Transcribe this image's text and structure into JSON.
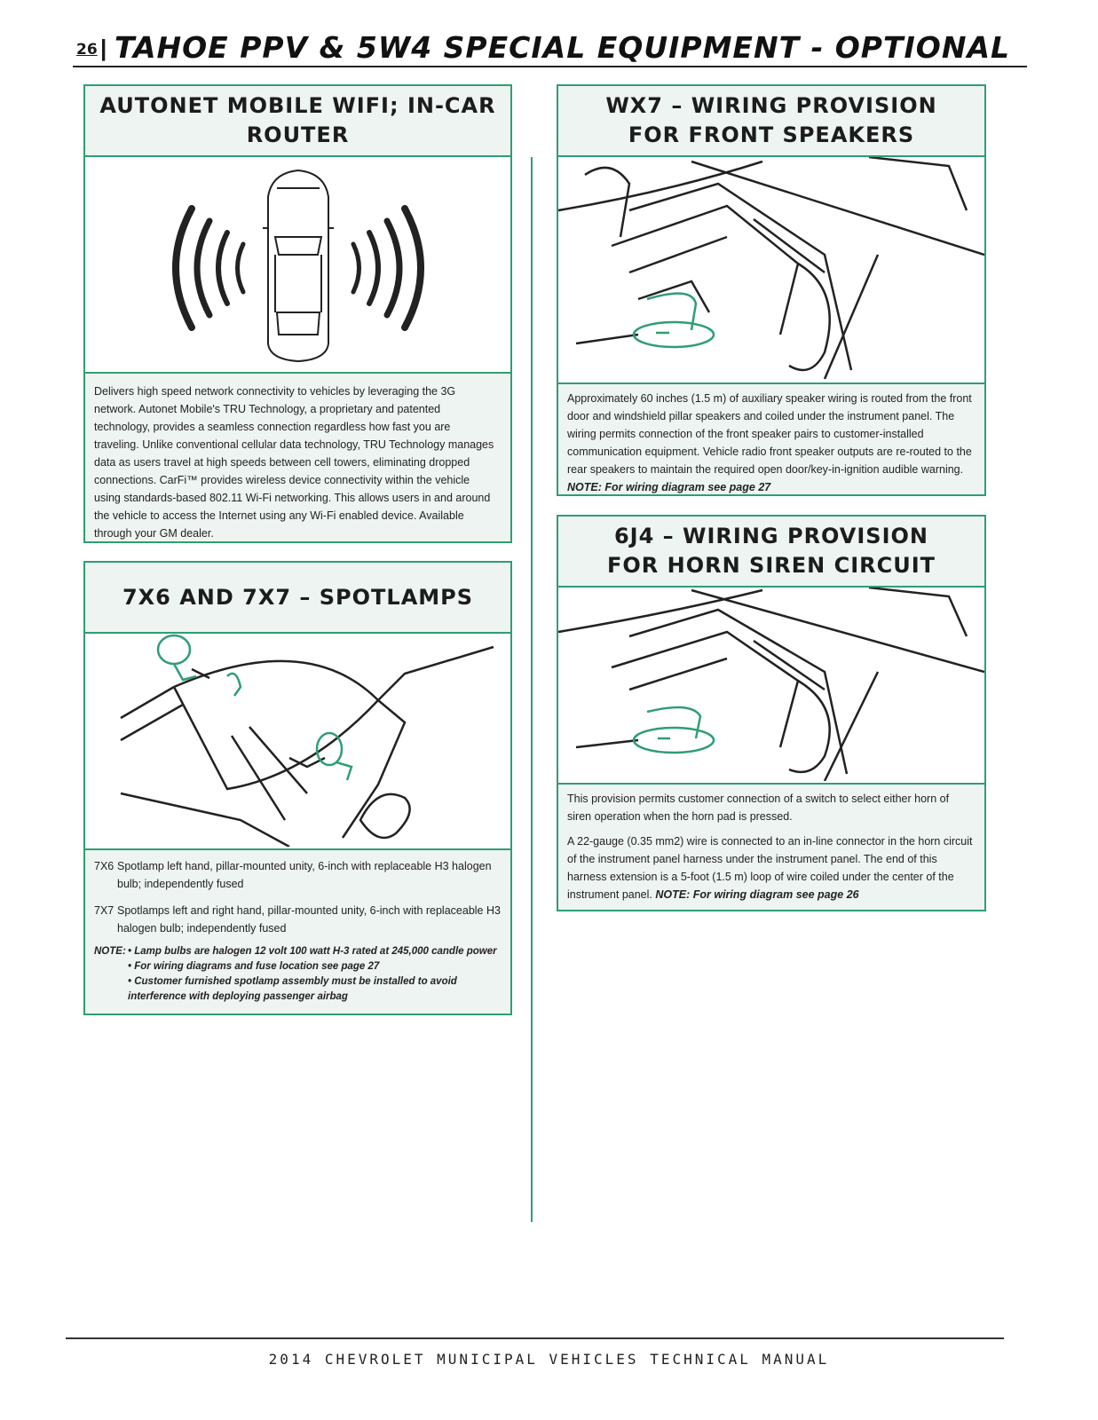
{
  "header": {
    "page_number": "26",
    "separator": "|",
    "title": "TAHOE PPV & 5W4 SPECIAL EQUIPMENT - OPTIONAL"
  },
  "autonet": {
    "title": "AUTONET MOBILE WIFI; IN-CAR ROUTER",
    "description": "Delivers high speed network connectivity to vehicles by leveraging the 3G network. Autonet Mobile's TRU Technology, a proprietary and patented technology, provides a seamless connection regardless how fast you are traveling. Unlike conventional cellular data technology, TRU Technology manages data as users travel at high speeds between cell towers, eliminating dropped connections. CarFi™ provides wireless device connectivity within the vehicle using standards-based 802.11 Wi-Fi networking. This allows users in and around the vehicle to access the Internet using any Wi-Fi enabled device. Available through your GM dealer."
  },
  "spotlamps": {
    "title": "7X6 AND 7X7 – SPOTLAMPS",
    "items": [
      {
        "code": "7X6",
        "text": "Spotlamp left hand, pillar-mounted unity, 6-inch with replaceable H3 halogen bulb; independently fused"
      },
      {
        "code": "7X7",
        "text": "Spotlamps left and right hand, pillar-mounted unity, 6-inch with replaceable H3 halogen bulb; independently fused"
      }
    ],
    "note_label": "NOTE:",
    "notes": [
      "• Lamp bulbs are halogen 12 volt 100 watt H-3 rated at 245,000 candle power",
      "• For wiring diagrams and fuse location see page 27",
      "• Customer furnished spotlamp assembly must be installed to avoid interference with deploying passenger airbag"
    ]
  },
  "wx7": {
    "title_line1": "WX7 – WIRING PROVISION",
    "title_line2": "FOR FRONT SPEAKERS",
    "description": "Approximately 60 inches (1.5 m) of auxiliary speaker wiring is routed from the front door and windshield pillar speakers and coiled under the instrument panel. The wiring permits connection of the front speaker pairs to customer-installed communication equipment. Vehicle radio front speaker outputs are re-routed to the rear speakers to maintain the required open door/key-in-ignition audible warning.",
    "note": "NOTE: For wiring diagram see page 27"
  },
  "sixj4": {
    "title_line1": "6J4 – WIRING PROVISION",
    "title_line2": "FOR HORN SIREN CIRCUIT",
    "paragraph1": "This provision permits customer connection of a switch to select either horn of siren operation when the horn pad is pressed.",
    "paragraph2": "A 22-gauge (0.35 mm2) wire is connected to an in-line connector in the horn circuit of the instrument panel harness under the instrument panel. The end of this harness extension is a 5-foot (1.5 m) loop of wire coiled under the center of the instrument panel.",
    "note": "NOTE: For wiring diagram see page 26"
  },
  "footer": {
    "text": "2014 CHEVROLET MUNICIPAL VEHICLES TECHNICAL MANUAL"
  },
  "colors": {
    "accent_green": "#2e9e73",
    "panel_tint": "#eef4f1"
  }
}
